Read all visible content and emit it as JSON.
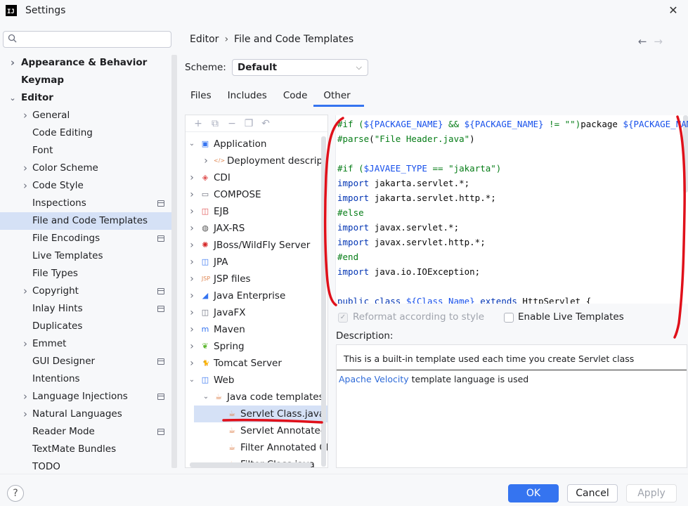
{
  "window": {
    "title": "Settings",
    "app_icon_label": "IJ",
    "close_icon": "close-icon"
  },
  "search": {
    "placeholder": "",
    "value": ""
  },
  "sidebar": {
    "items": [
      {
        "label": "Appearance & Behavior",
        "level": 0,
        "bold": true,
        "chevron": "right"
      },
      {
        "label": "Keymap",
        "level": 0,
        "bold": true,
        "chevron": ""
      },
      {
        "label": "Editor",
        "level": 0,
        "bold": true,
        "chevron": "down"
      },
      {
        "label": "General",
        "level": 1,
        "chevron": "right"
      },
      {
        "label": "Code Editing",
        "level": 1,
        "chevron": ""
      },
      {
        "label": "Font",
        "level": 1,
        "chevron": ""
      },
      {
        "label": "Color Scheme",
        "level": 1,
        "chevron": "right"
      },
      {
        "label": "Code Style",
        "level": 1,
        "chevron": "right"
      },
      {
        "label": "Inspections",
        "level": 1,
        "chevron": "",
        "badge": true
      },
      {
        "label": "File and Code Templates",
        "level": 1,
        "chevron": "",
        "selected": true
      },
      {
        "label": "File Encodings",
        "level": 1,
        "chevron": "",
        "badge": true
      },
      {
        "label": "Live Templates",
        "level": 1,
        "chevron": ""
      },
      {
        "label": "File Types",
        "level": 1,
        "chevron": ""
      },
      {
        "label": "Copyright",
        "level": 1,
        "chevron": "right",
        "badge": true
      },
      {
        "label": "Inlay Hints",
        "level": 1,
        "chevron": "",
        "badge": true
      },
      {
        "label": "Duplicates",
        "level": 1,
        "chevron": ""
      },
      {
        "label": "Emmet",
        "level": 1,
        "chevron": "right"
      },
      {
        "label": "GUI Designer",
        "level": 1,
        "chevron": "",
        "badge": true
      },
      {
        "label": "Intentions",
        "level": 1,
        "chevron": ""
      },
      {
        "label": "Language Injections",
        "level": 1,
        "chevron": "right",
        "badge": true
      },
      {
        "label": "Natural Languages",
        "level": 1,
        "chevron": "right"
      },
      {
        "label": "Reader Mode",
        "level": 1,
        "chevron": "",
        "badge": true
      },
      {
        "label": "TextMate Bundles",
        "level": 1,
        "chevron": ""
      },
      {
        "label": "TODO",
        "level": 1,
        "chevron": ""
      }
    ]
  },
  "breadcrumb": {
    "parent": "Editor",
    "separator": "›",
    "current": "File and Code Templates"
  },
  "nav": {
    "back": "←",
    "forward": "→"
  },
  "scheme": {
    "label": "Scheme:",
    "value": "Default"
  },
  "tabs": [
    {
      "label": "Files"
    },
    {
      "label": "Includes"
    },
    {
      "label": "Code"
    },
    {
      "label": "Other",
      "active": true
    }
  ],
  "tree_toolbar": [
    {
      "icon": "add-icon",
      "glyph": "+"
    },
    {
      "icon": "copy-icon",
      "glyph": "⧉"
    },
    {
      "icon": "remove-icon",
      "glyph": "−"
    },
    {
      "icon": "duplicate-icon",
      "glyph": "❐"
    },
    {
      "icon": "reset-icon",
      "glyph": "↶"
    }
  ],
  "tree": [
    {
      "label": "Application",
      "level": 0,
      "chevron": "down",
      "icon": "application-icon",
      "glyph": "▣",
      "color": "#3574f0"
    },
    {
      "label": "Deployment descriptors",
      "level": 1,
      "chevron": "right",
      "icon": "xml-tag-icon",
      "glyph": "</>",
      "color": "#e08855"
    },
    {
      "label": "CDI",
      "level": 0,
      "chevron": "right",
      "icon": "cdi-icon",
      "glyph": "◈",
      "color": "#e05555"
    },
    {
      "label": "COMPOSE",
      "level": 0,
      "chevron": "right",
      "icon": "folder-icon",
      "glyph": "▭",
      "color": "#6c707e"
    },
    {
      "label": "EJB",
      "level": 0,
      "chevron": "right",
      "icon": "ejb-icon",
      "glyph": "◫",
      "color": "#e05555"
    },
    {
      "label": "JAX-RS",
      "level": 0,
      "chevron": "right",
      "icon": "globe-icon",
      "glyph": "◍",
      "color": "#555555"
    },
    {
      "label": "JBoss/WildFly Server",
      "level": 0,
      "chevron": "right",
      "icon": "jboss-icon",
      "glyph": "✺",
      "color": "#d62828"
    },
    {
      "label": "JPA",
      "level": 0,
      "chevron": "right",
      "icon": "jpa-icon",
      "glyph": "◫",
      "color": "#3574f0"
    },
    {
      "label": "JSP files",
      "level": 0,
      "chevron": "right",
      "icon": "jsp-icon",
      "glyph": "JSP",
      "color": "#e08855"
    },
    {
      "label": "Java Enterprise",
      "level": 0,
      "chevron": "right",
      "icon": "java-enterprise-icon",
      "glyph": "◢",
      "color": "#3574f0"
    },
    {
      "label": "JavaFX",
      "level": 0,
      "chevron": "right",
      "icon": "javafx-icon",
      "glyph": "◫",
      "color": "#6c707e"
    },
    {
      "label": "Maven",
      "level": 0,
      "chevron": "right",
      "icon": "maven-icon",
      "glyph": "m",
      "color": "#3574f0"
    },
    {
      "label": "Spring",
      "level": 0,
      "chevron": "right",
      "icon": "spring-icon",
      "glyph": "❦",
      "color": "#5fb832"
    },
    {
      "label": "Tomcat Server",
      "level": 0,
      "chevron": "right",
      "icon": "tomcat-icon",
      "glyph": "🐈",
      "color": "#c58a1c"
    },
    {
      "label": "Web",
      "level": 0,
      "chevron": "down",
      "icon": "web-icon",
      "glyph": "◫",
      "color": "#3574f0"
    },
    {
      "label": "Java code templates",
      "level": 1,
      "chevron": "down",
      "icon": "template-icon",
      "glyph": "☕",
      "color": "#e08855"
    },
    {
      "label": "Servlet Class.java",
      "level": 2,
      "chevron": "",
      "icon": "java-template-icon",
      "glyph": "☕",
      "color": "#e08855",
      "selected": true
    },
    {
      "label": "Servlet Annotated Class.java",
      "level": 2,
      "chevron": "",
      "icon": "java-template-icon",
      "glyph": "☕",
      "color": "#e08855"
    },
    {
      "label": "Filter Annotated Class.java",
      "level": 2,
      "chevron": "",
      "icon": "java-template-icon",
      "glyph": "☕",
      "color": "#e08855"
    },
    {
      "label": "Filter Class.java",
      "level": 2,
      "chevron": "",
      "icon": "java-template-icon",
      "glyph": "☕",
      "color": "#e08855"
    }
  ],
  "code": [
    [
      [
        "dir",
        "#if ("
      ],
      [
        "vl-var",
        "${PACKAGE_NAME}"
      ],
      [
        "dir",
        " && "
      ],
      [
        "vl-var",
        "${PACKAGE_NAME}"
      ],
      [
        "dir",
        " != "
      ],
      [
        "str",
        "\"\""
      ],
      [
        "dir",
        ")"
      ],
      [
        "plain",
        "package "
      ],
      [
        "vl-var",
        "${PACKAGE_NAME}"
      ],
      [
        "plain",
        ";"
      ]
    ],
    [
      [
        "dir",
        "#parse"
      ],
      [
        "plain",
        "("
      ],
      [
        "str",
        "\"File Header.java\""
      ],
      [
        "plain",
        ")"
      ]
    ],
    [],
    [
      [
        "dir",
        "#if ("
      ],
      [
        "vl-var",
        "$JAVAEE_TYPE"
      ],
      [
        "dir",
        " == "
      ],
      [
        "str",
        "\"jakarta\""
      ],
      [
        "dir",
        ")"
      ]
    ],
    [
      [
        "kw",
        "import "
      ],
      [
        "plain",
        "jakarta.servlet.*;"
      ]
    ],
    [
      [
        "kw",
        "import "
      ],
      [
        "plain",
        "jakarta.servlet.http.*;"
      ]
    ],
    [
      [
        "dir",
        "#else"
      ]
    ],
    [
      [
        "kw",
        "import "
      ],
      [
        "plain",
        "javax.servlet.*;"
      ]
    ],
    [
      [
        "kw",
        "import "
      ],
      [
        "plain",
        "javax.servlet.http.*;"
      ]
    ],
    [
      [
        "dir",
        "#end"
      ]
    ],
    [
      [
        "kw",
        "import "
      ],
      [
        "plain",
        "java.io.IOException;"
      ]
    ],
    [],
    [
      [
        "kw",
        "public class "
      ],
      [
        "vl-var",
        "${Class_Name}"
      ],
      [
        "kw",
        " extends "
      ],
      [
        "plain",
        "HttpServlet {"
      ]
    ]
  ],
  "options": {
    "reformat_label": "Reformat according to style",
    "reformat_checked": true,
    "live_templates_label": "Enable Live Templates",
    "live_templates_checked": false
  },
  "description": {
    "label": "Description:",
    "text": "This is a built-in template used each time you create Servlet class",
    "link": "Apache Velocity",
    "link_suffix": " template language is used"
  },
  "buttons": {
    "help": "?",
    "ok": "OK",
    "cancel": "Cancel",
    "apply": "Apply"
  },
  "colors": {
    "accent": "#3574f0",
    "selection": "#d5e1f6",
    "annotation": "#e0101a"
  }
}
